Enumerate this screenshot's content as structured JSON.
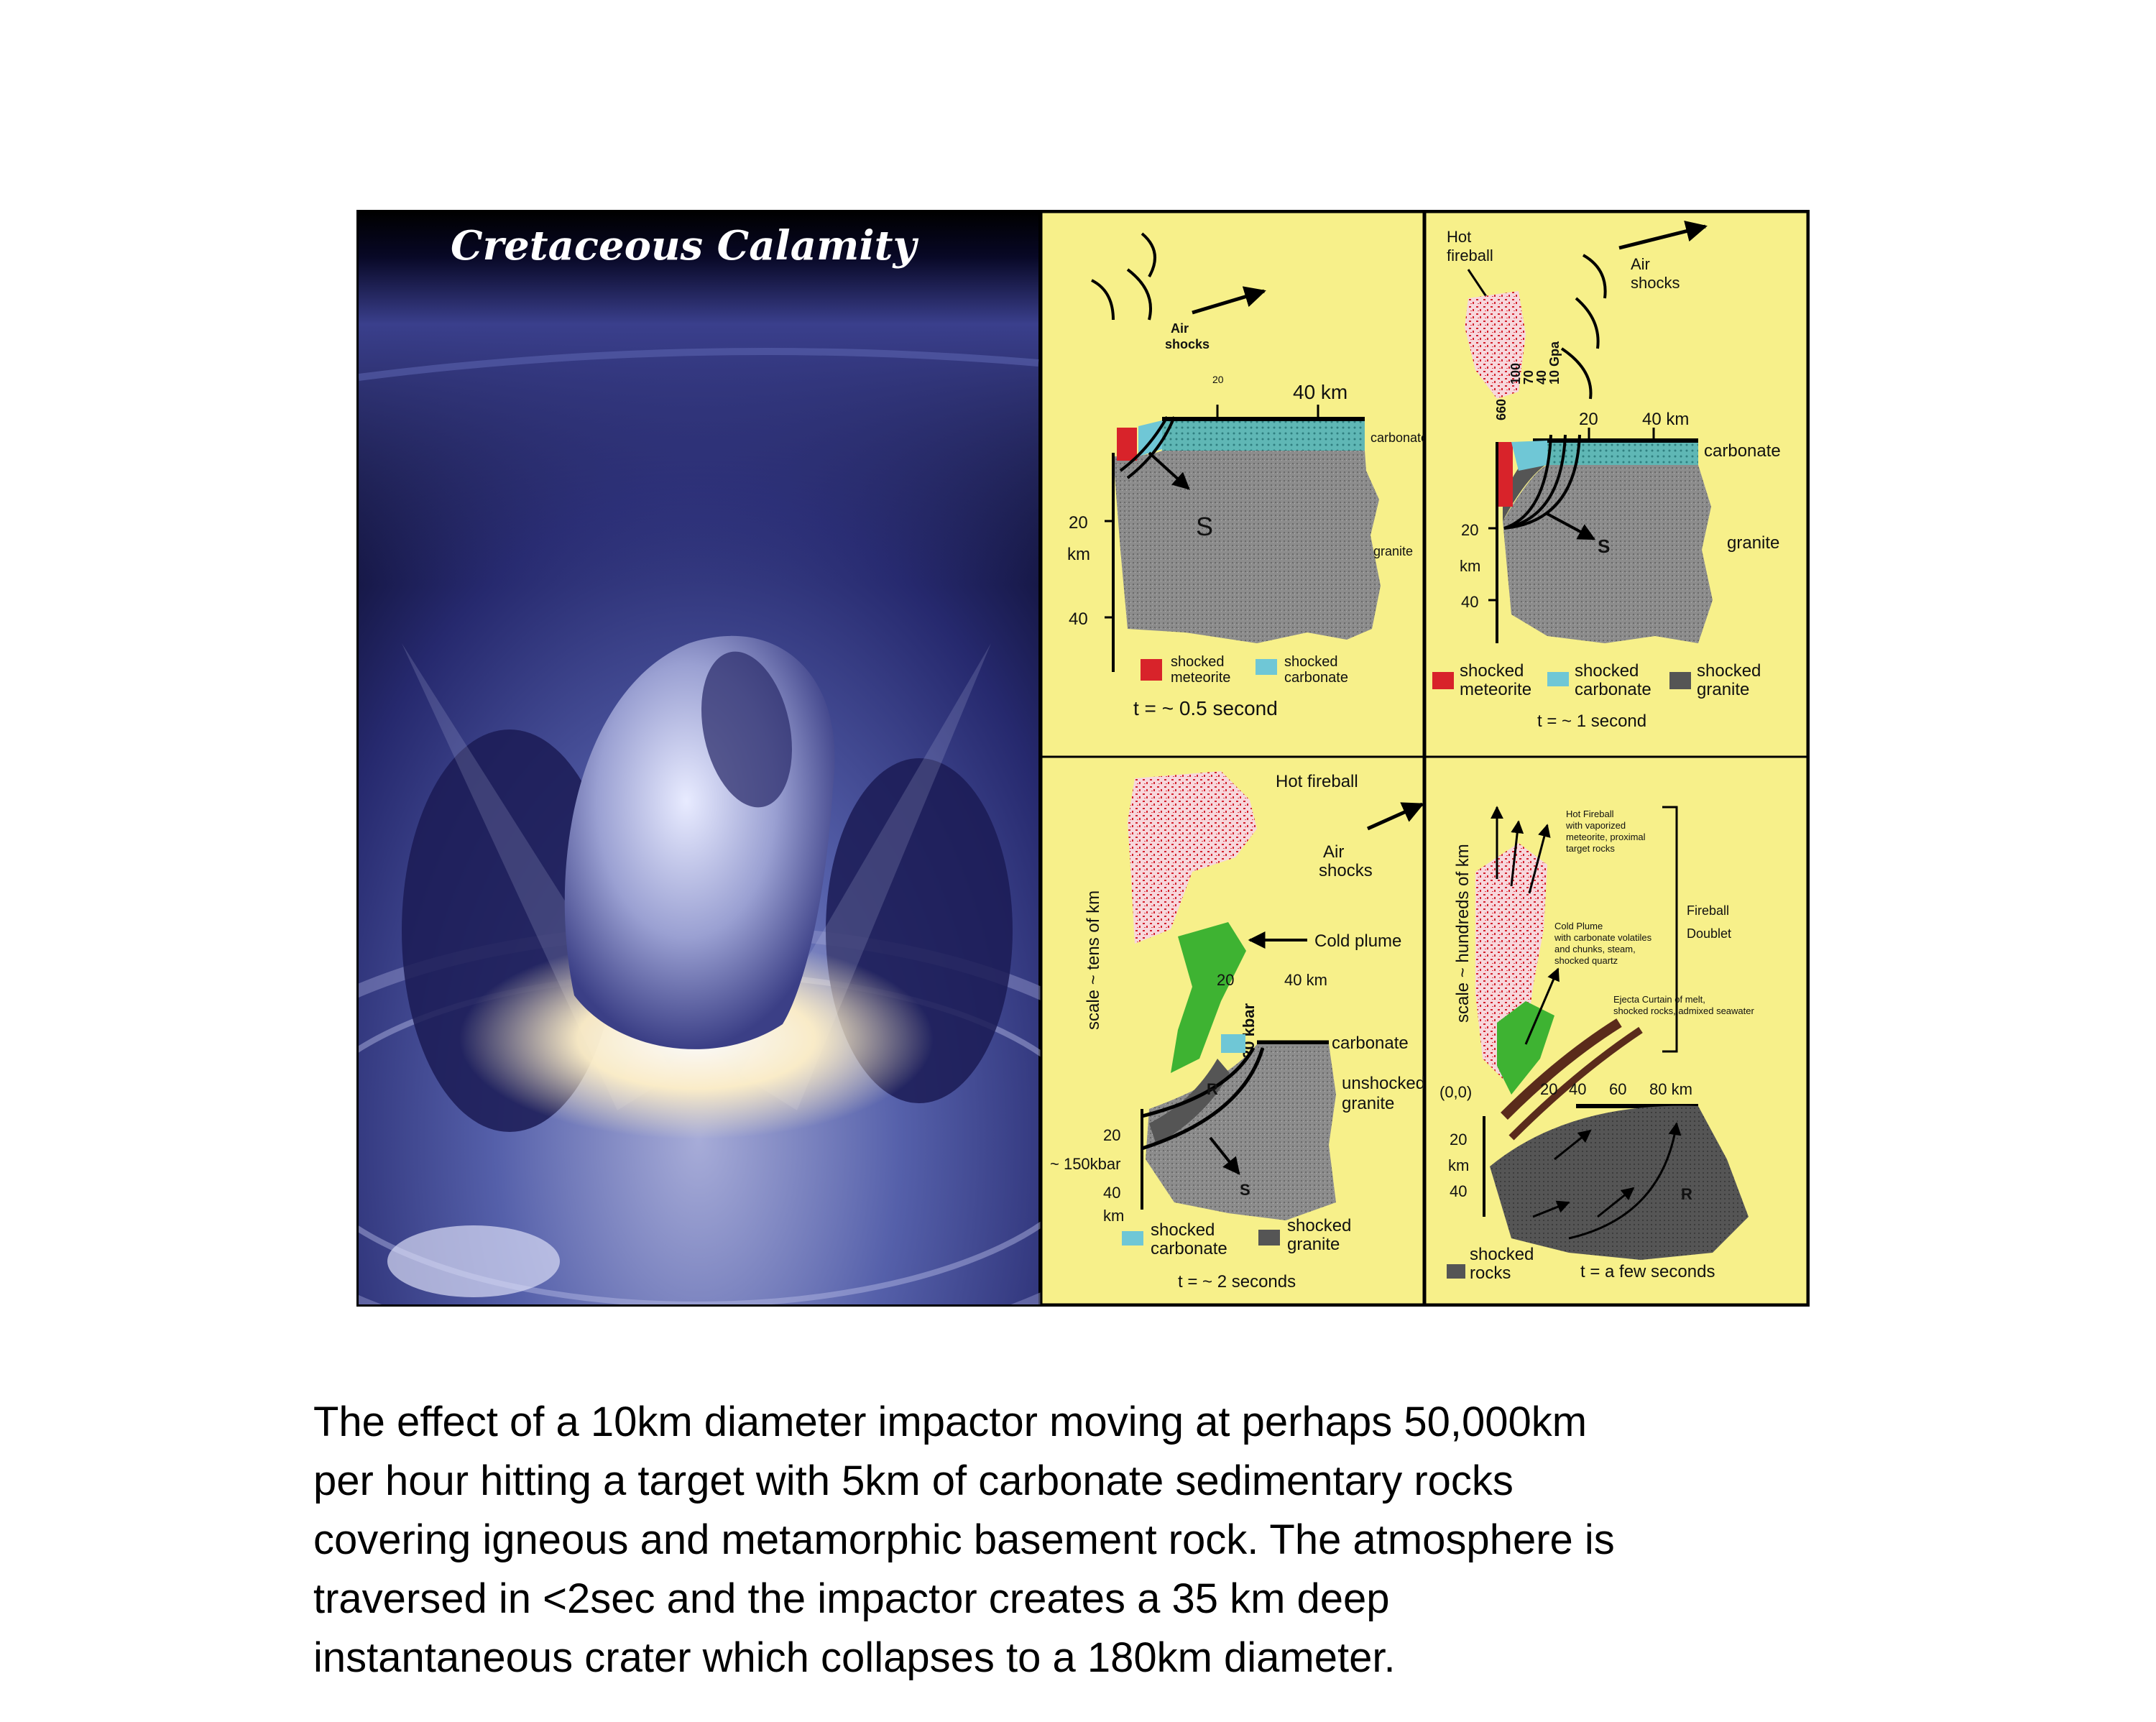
{
  "figure": {
    "title": "Cretaceous Calamity",
    "panels": [
      {
        "time_label": "t = ~ 0.5 second",
        "labels": {
          "air_shocks_1": "Air",
          "air_shocks_2": "shocks",
          "tick_20": "20",
          "distance": "40  km",
          "carbonate": "carbonate",
          "granite": "granite",
          "s_marker": "S",
          "depth_20": "20",
          "depth_unit": "km",
          "depth_40": "40"
        },
        "legend": [
          {
            "line1": "shocked",
            "line2": "meteorite",
            "color": "#d8232a"
          },
          {
            "line1": "shocked",
            "line2": "carbonate",
            "color": "#6fc7d6"
          }
        ]
      },
      {
        "time_label": "t = ~ 1 second",
        "labels": {
          "fireball_1": "Hot",
          "fireball_2": "fireball",
          "air_shocks_1": "Air",
          "air_shocks_2": "shocks",
          "pressures": [
            "660",
            "100",
            "70",
            "40",
            "10 Gpa"
          ],
          "tick_20": "20",
          "distance": "40  km",
          "carbonate": "carbonate",
          "granite": "granite",
          "s_marker": "S",
          "depth_20": "20",
          "depth_unit": "km",
          "depth_40": "40"
        },
        "legend": [
          {
            "line1": "shocked",
            "line2": "meteorite",
            "color": "#d8232a"
          },
          {
            "line1": "shocked",
            "line2": "carbonate",
            "color": "#6fc7d6"
          },
          {
            "line1": "shocked",
            "line2": "granite",
            "color": "#555555"
          }
        ]
      },
      {
        "time_label": "t = ~ 2 seconds",
        "labels": {
          "fireball": "Hot fireball",
          "air_shocks_1": "Air",
          "air_shocks_2": "shocks",
          "cold_plume": "Cold plume",
          "side_scale": "scale ~ tens of km",
          "pressure_20": "20 kbar",
          "tick_20": "20",
          "distance": "40  km",
          "carbonate": "carbonate",
          "granite_1": "unshocked",
          "granite_2": "granite",
          "r_marker": "R",
          "s_marker": "S",
          "depth_20": "20",
          "pressure_150": "~ 150kbar",
          "depth_40": "40",
          "depth_unit": "km"
        },
        "legend": [
          {
            "line1": "shocked",
            "line2": "carbonate",
            "color": "#6fc7d6"
          },
          {
            "line1": "shocked",
            "line2": "granite",
            "color": "#555555"
          }
        ]
      },
      {
        "time_label": "t = a few seconds",
        "labels": {
          "side_scale": "scale ~ hundreds of km",
          "fireball_1": "Hot Fireball",
          "fireball_2": "with vaporized",
          "fireball_3": "meteorite, proximal",
          "fireball_4": "target rocks",
          "fireball_doublet_1": "Fireball",
          "fireball_doublet_2": "Doublet",
          "cold_plume_1": "Cold Plume",
          "cold_plume_2": "with carbonate volatiles",
          "cold_plume_3": "and chunks, steam,",
          "cold_plume_4": "shocked quartz",
          "ejecta_1": "Ejecta Curtain of melt,",
          "ejecta_2": "shocked rocks, admixed seawater",
          "origin": "(0,0)",
          "ticks": [
            "20",
            "40",
            "60",
            "80 km"
          ],
          "depth_20": "20",
          "depth_unit": "km",
          "depth_40": "40",
          "r_marker": "R"
        },
        "legend": [
          {
            "line1": "shocked",
            "line2": "rocks",
            "color": "#555555"
          }
        ]
      }
    ]
  },
  "caption": {
    "lines": [
      "The effect of a 10km diameter impactor moving at perhaps 50,000km",
      "per hour hitting a target with 5km of carbonate sedimentary rocks",
      "covering igneous and metamorphic basement rock. The atmosphere is",
      "traversed in <2sec and the impactor creates a 35 km deep",
      "instantaneous crater which collapses to a 180km diameter."
    ]
  }
}
